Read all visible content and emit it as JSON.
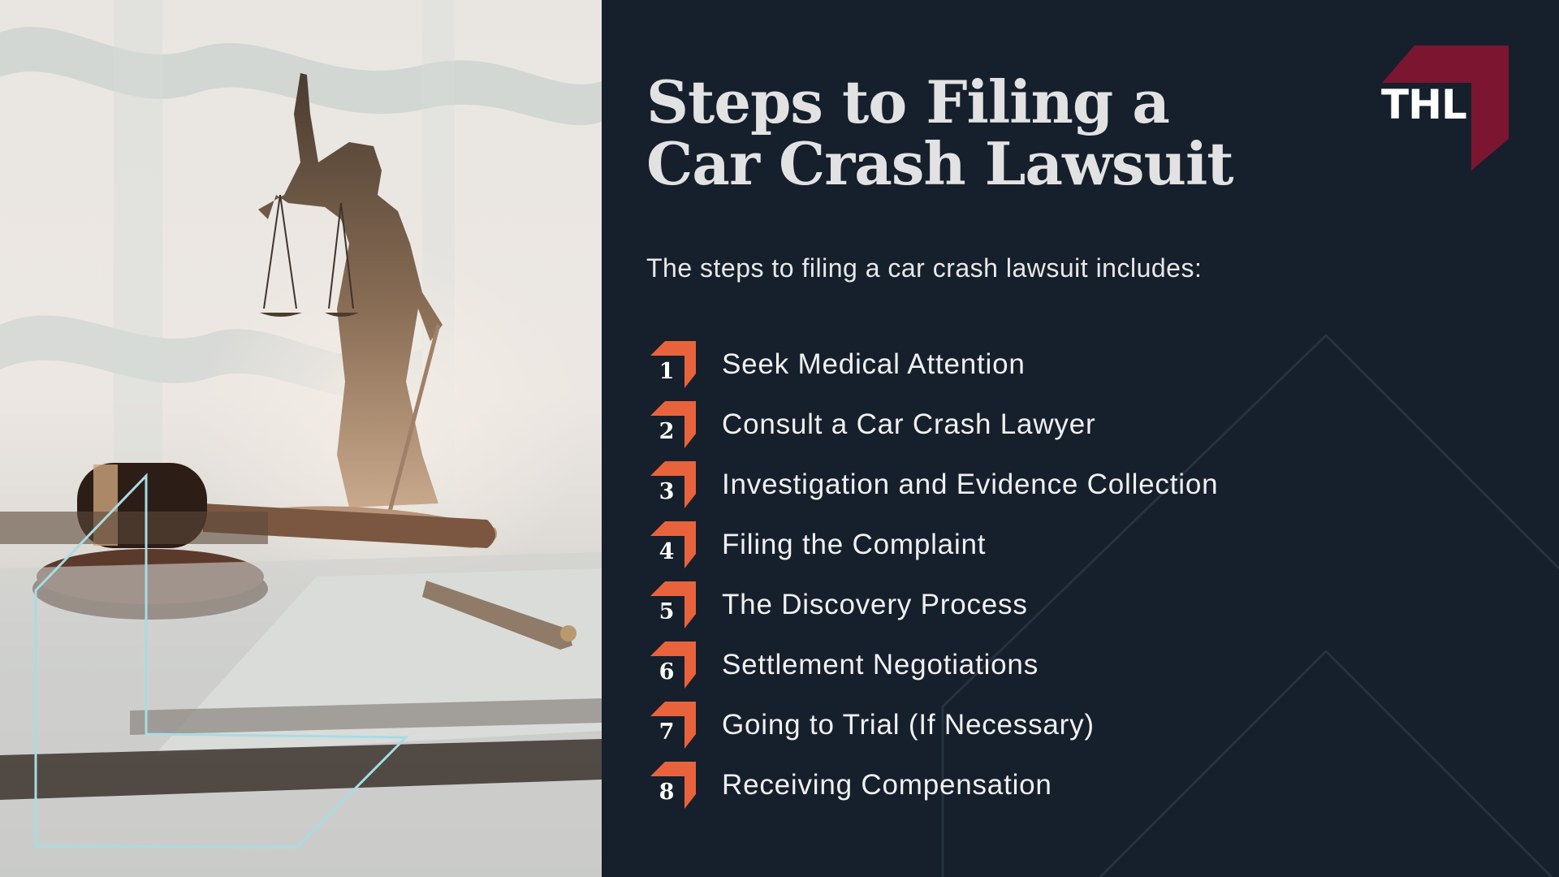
{
  "heading": {
    "line1": "Steps to Filing a",
    "line2": "Car Crash Lawsuit"
  },
  "intro": "The steps to filing a car crash lawsuit includes:",
  "steps": [
    {
      "number": "1",
      "label": "Seek Medical Attention"
    },
    {
      "number": "2",
      "label": "Consult a Car Crash Lawyer"
    },
    {
      "number": "3",
      "label": "Investigation and Evidence Collection"
    },
    {
      "number": "4",
      "label": "Filing the Complaint"
    },
    {
      "number": "5",
      "label": "The Discovery Process"
    },
    {
      "number": "6",
      "label": "Settlement Negotiations"
    },
    {
      "number": "7",
      "label": "Going to Trial (If Necessary)"
    },
    {
      "number": "8",
      "label": "Receiving Compensation"
    }
  ],
  "logo": {
    "text": "THL",
    "color": "#7b1530"
  },
  "colors": {
    "background": "#16202c",
    "accent": "#e8633c",
    "outline": "#a9dbe4",
    "title": "#e2e2e2"
  },
  "photo": {
    "subject": "lady-justice-statue-gavel-documents"
  }
}
